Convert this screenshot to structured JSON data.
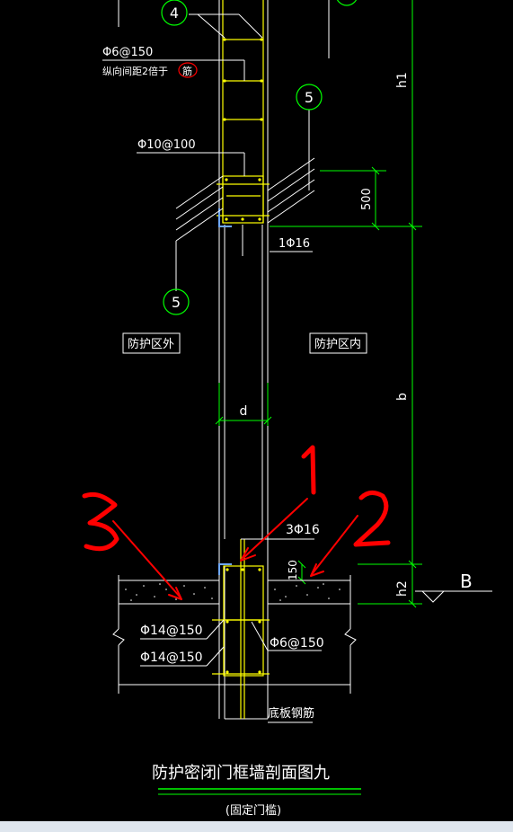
{
  "drawing": {
    "title": "防护密闭门框墙剖面图九",
    "subtitle": "(固定门槛)",
    "colors": {
      "background": "#000000",
      "structure": "#ffffff",
      "rebar": "#ffff00",
      "dimension": "#00ff00",
      "annotation_red": "#ff0000",
      "selection": "#6fa8ff"
    },
    "labels": {
      "callout_4": "4",
      "callout_5_upper": "5",
      "callout_5_lower": "5",
      "stirrup_note": "Φ6@150",
      "stirrup_note_2": "纵向间距2倍于",
      "stirrup_note_red": "筋",
      "rebar_top": "Φ10@100",
      "rebar_1phi16": "1Φ16",
      "zone_outside": "防护区外",
      "zone_inside": "防护区内",
      "dim_d": "d",
      "dim_b": "b",
      "dim_h1": "h1",
      "dim_h2": "h2",
      "dim_500": "500",
      "dim_150": "150",
      "rebar_3phi16": "3Φ16",
      "rebar_phi14_1": "Φ14@150",
      "rebar_phi14_2": "Φ14@150",
      "rebar_phi6": "Φ6@150",
      "base_rebar": "底板钢筋",
      "level_b": "B"
    },
    "handwritten": {
      "mark_1": "1",
      "mark_2": "2",
      "mark_3": "3"
    }
  }
}
